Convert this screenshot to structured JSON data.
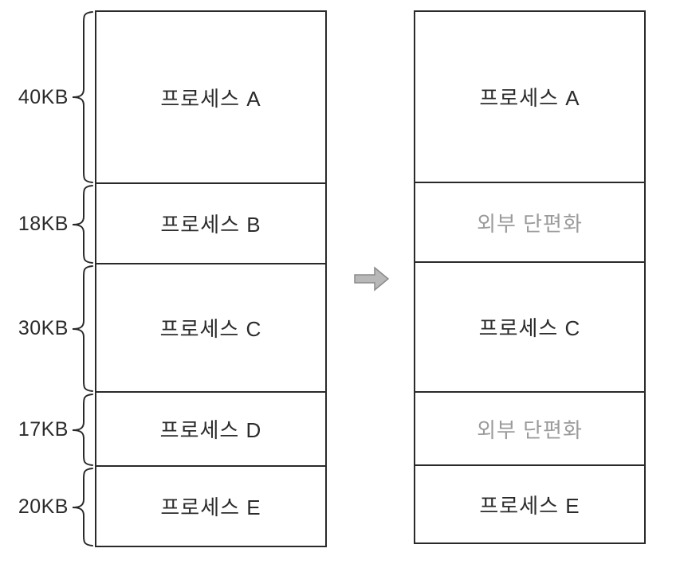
{
  "before": {
    "blocks": [
      {
        "size": "40KB",
        "label": "프로세스 A"
      },
      {
        "size": "18KB",
        "label": "프로세스 B"
      },
      {
        "size": "30KB",
        "label": "프로세스 C"
      },
      {
        "size": "17KB",
        "label": "프로세스 D"
      },
      {
        "size": "20KB",
        "label": "프로세스 E"
      }
    ]
  },
  "after": {
    "blocks": [
      {
        "label": "프로세스 A",
        "state": "process"
      },
      {
        "label": "외부 단편화",
        "state": "fragment"
      },
      {
        "label": "프로세스 C",
        "state": "process"
      },
      {
        "label": "외부 단편화",
        "state": "fragment"
      },
      {
        "label": "프로세스 E",
        "state": "process"
      }
    ]
  },
  "colors": {
    "line": "#2a2a2a",
    "process_text": "#2b2b2b",
    "fragment_text": "#9b9b9b",
    "arrow_fill": "#b8b8b8",
    "arrow_stroke": "#8a8a8a"
  }
}
